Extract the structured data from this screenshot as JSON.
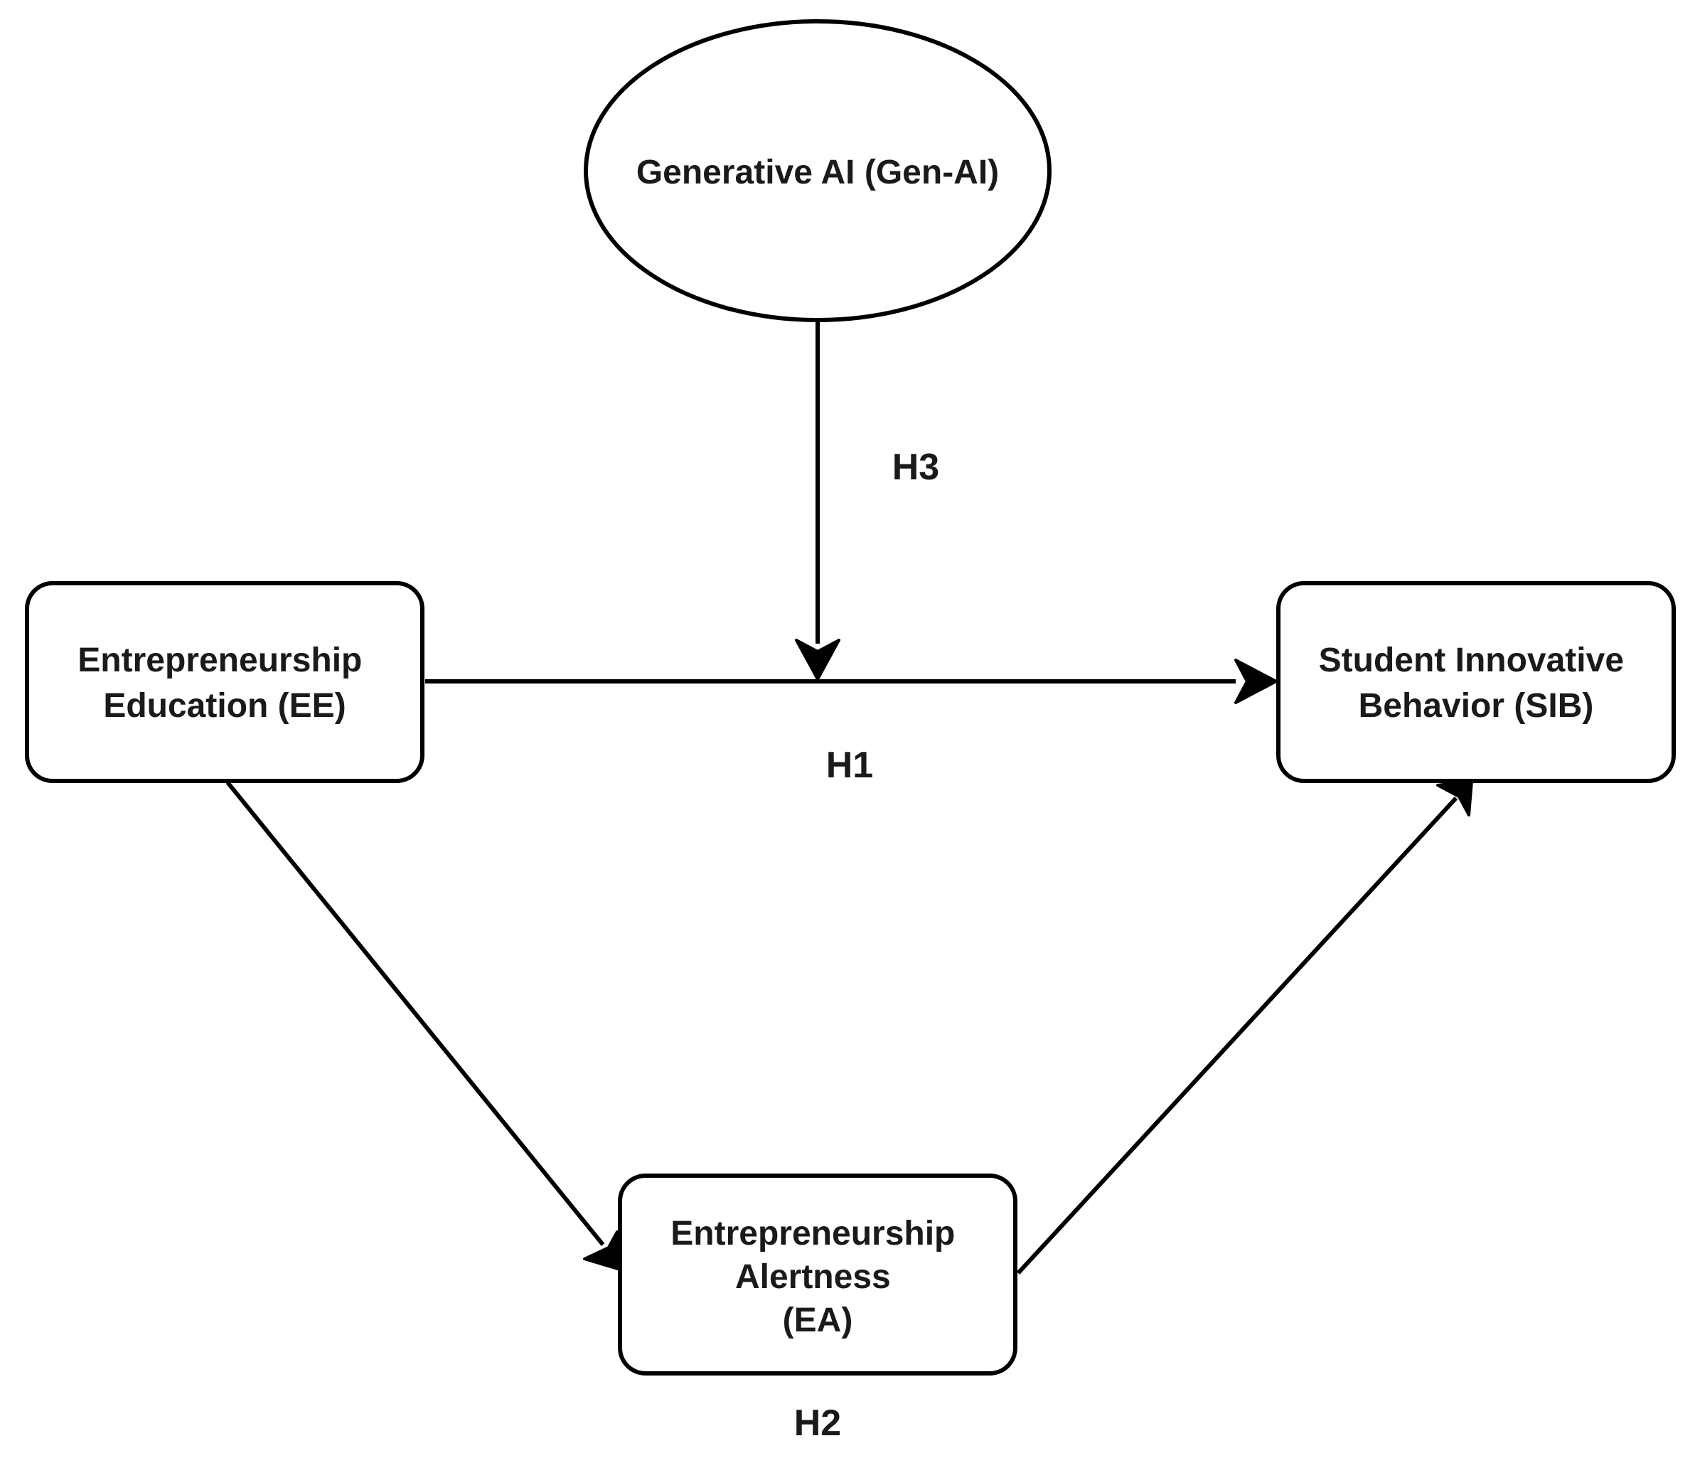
{
  "nodes": {
    "gen_ai": {
      "shape": "ellipse",
      "lines": [
        "Generative AI (Gen-AI)"
      ]
    },
    "ee": {
      "shape": "rounded-rectangle",
      "lines": [
        "Entrepreneurship",
        "Education (EE)"
      ]
    },
    "sib": {
      "shape": "rounded-rectangle",
      "lines": [
        "Student Innovative",
        "Behavior (SIB)"
      ]
    },
    "ea": {
      "shape": "rounded-rectangle",
      "lines": [
        "Entrepreneurship",
        "Alertness",
        "(EA)"
      ]
    }
  },
  "edges": [
    {
      "from": "ee",
      "to": "sib",
      "label": "H1"
    },
    {
      "from": "ee",
      "to": "ea",
      "label": ""
    },
    {
      "from": "ea",
      "to": "sib",
      "label": ""
    },
    {
      "from": "gen_ai",
      "to": "ee->sib",
      "label": "H3"
    }
  ],
  "hypothesis_labels": {
    "h1": "H1",
    "h2": "H2",
    "h3": "H3"
  },
  "colors": {
    "stroke": "#000000",
    "fill": "#ffffff",
    "text": "#1a1a1a"
  }
}
